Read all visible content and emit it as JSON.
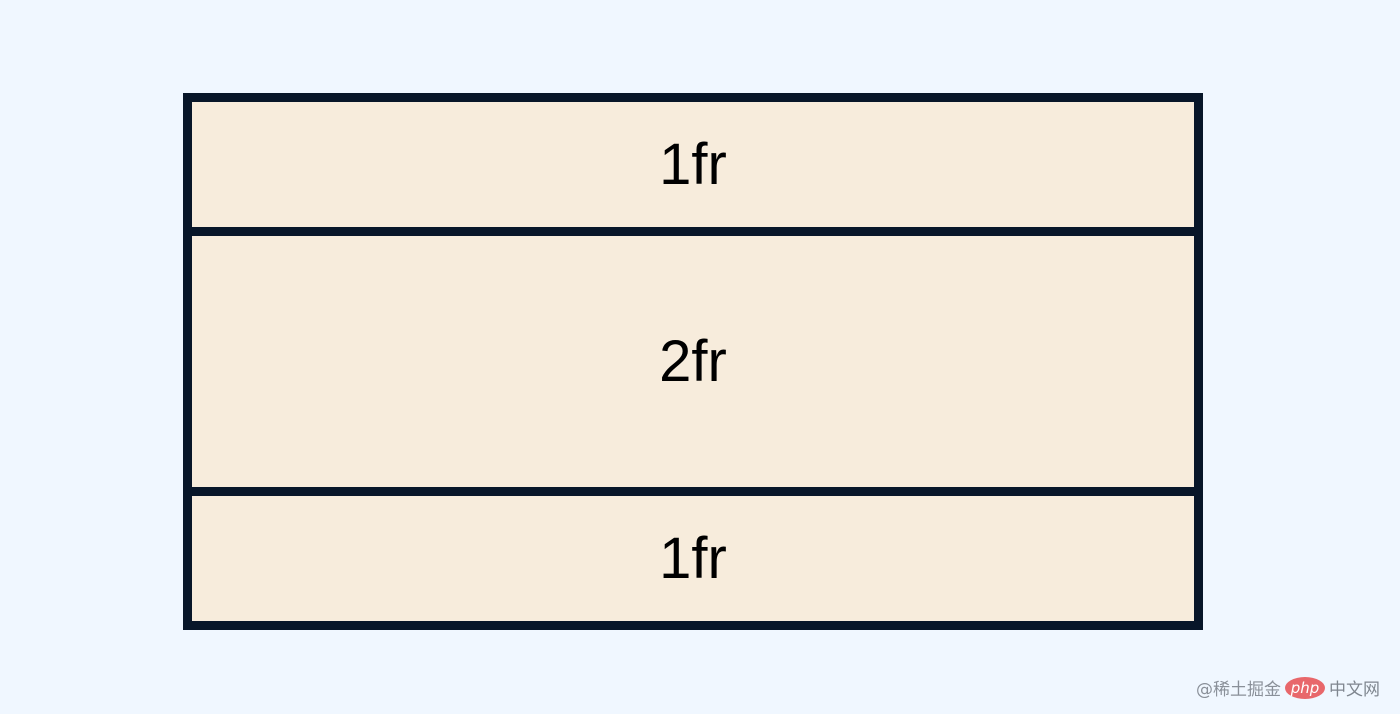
{
  "grid": {
    "rows": [
      {
        "label": "1fr"
      },
      {
        "label": "2fr"
      },
      {
        "label": "1fr"
      }
    ]
  },
  "watermark": {
    "text_left": "@稀土掘金",
    "logo_text": "php",
    "text_right": "中文网"
  },
  "colors": {
    "background": "#f0f7ff",
    "cell_fill": "#f7ecdc",
    "border": "#081629"
  }
}
